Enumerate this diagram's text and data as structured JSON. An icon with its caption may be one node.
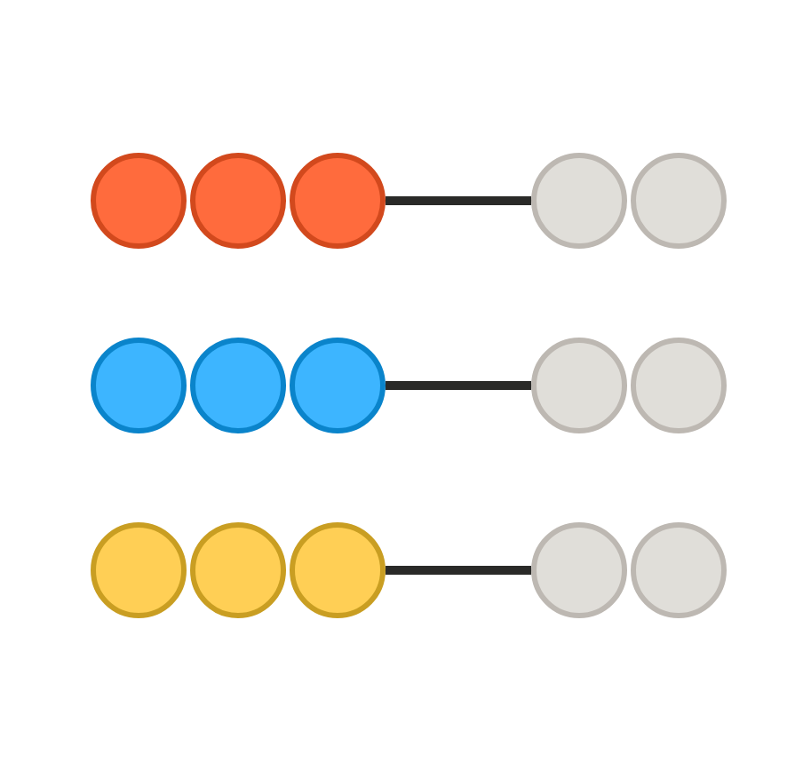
{
  "diagram": {
    "nodes": [
      {
        "text": [],
        "shape": "circle"
      },
      {
        "text": [],
        "shape": "circle"
      },
      {
        "text": [],
        "shape": "circle"
      },
      {
        "text": [],
        "shape": "circle"
      },
      {
        "text": [],
        "shape": "circle"
      },
      {
        "text": [],
        "shape": "circle"
      },
      {
        "text": [],
        "shape": "circle"
      },
      {
        "text": [],
        "shape": "circle"
      },
      {
        "text": [],
        "shape": "circle"
      },
      {
        "text": [],
        "shape": "circle"
      },
      {
        "text": [],
        "shape": "circle"
      },
      {
        "text": [],
        "shape": "circle"
      },
      {
        "text": [],
        "shape": "circle"
      },
      {
        "text": [],
        "shape": "circle"
      },
      {
        "text": [],
        "shape": "circle"
      }
    ],
    "edges": [
      {
        "from": 2,
        "to": 3,
        "arrow": "none"
      },
      {
        "from": 7,
        "to": 8,
        "arrow": "none"
      },
      {
        "from": 12,
        "to": 13,
        "arrow": "none"
      }
    ]
  }
}
